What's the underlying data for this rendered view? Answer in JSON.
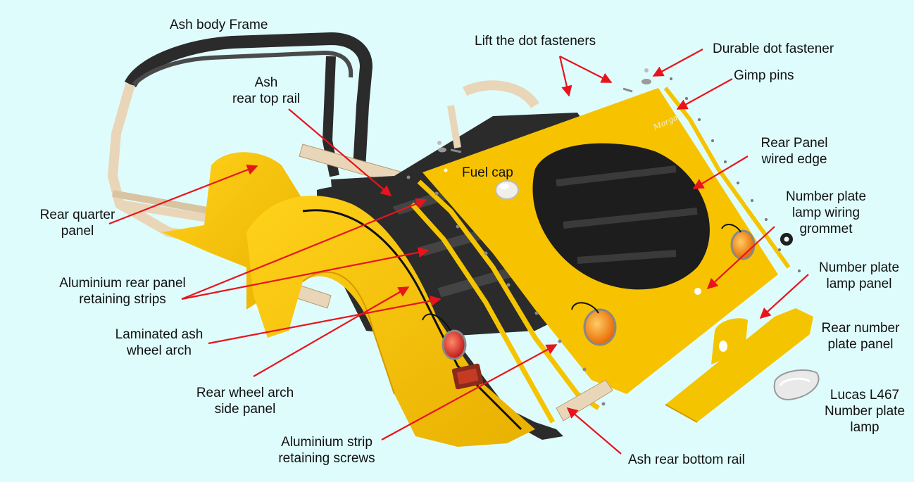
{
  "colors": {
    "background": "#dffcfd",
    "body_yellow": "#f5c400",
    "frame_dark": "#2b2b2b",
    "ash_wood": "#e9d6b8",
    "leader_red": "#e8141c"
  },
  "labels": {
    "ash_body_frame": "Ash body Frame",
    "ash_rear_top_rail": "Ash\nrear top rail",
    "lift_dot_fasteners": "Lift the dot fasteners",
    "durable_dot_fastener": "Durable dot fastener",
    "gimp_pins": "Gimp pins",
    "rear_panel_wired_edge": "Rear Panel\nwired edge",
    "fuel_cap": "Fuel cap",
    "number_plate_lamp_wiring_grommet": "Number plate\nlamp wiring\ngrommet",
    "number_plate_lamp_panel": "Number plate\nlamp panel",
    "rear_number_plate_panel": "Rear number\nplate panel",
    "lucas_l467_number_plate_lamp": "Lucas  L467\nNumber plate\nlamp",
    "rear_quarter_panel": "Rear quarter\npanel",
    "aluminium_rear_panel_retaining_strips": "Aluminium rear panel\nretaining strips",
    "laminated_ash_wheel_arch": "Laminated ash\nwheel arch",
    "rear_wheel_arch_side_panel": "Rear wheel arch\nside panel",
    "aluminium_strip_retaining_screws": "Aluminium strip\nretaining screws",
    "ash_rear_bottom_rail": "Ash rear bottom rail"
  },
  "badge_text": "Morgan"
}
